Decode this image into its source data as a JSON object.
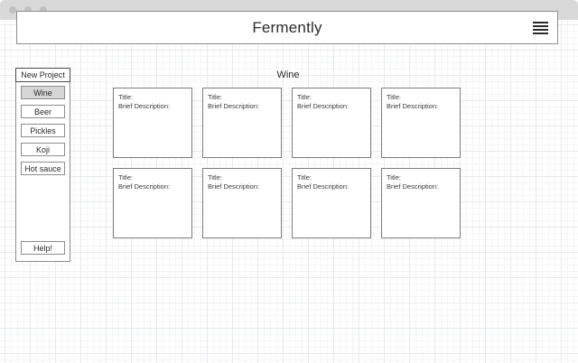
{
  "window": {
    "dots": [
      "close-dot",
      "minimize-dot",
      "maximize-dot"
    ]
  },
  "header": {
    "title": "Fermently",
    "menu_icon": "hamburger-menu-icon"
  },
  "sidebar": {
    "new_project_label": "New Project",
    "items": [
      {
        "label": "Wine",
        "selected": true
      },
      {
        "label": "Beer",
        "selected": false
      },
      {
        "label": "Pickles",
        "selected": false
      },
      {
        "label": "Koji",
        "selected": false
      },
      {
        "label": "Hot sauce",
        "selected": false
      }
    ],
    "help_label": "Help!"
  },
  "main": {
    "heading": "Wine",
    "cards": [
      {
        "title": "Title:",
        "description": "Brief Description:"
      },
      {
        "title": "Title:",
        "description": "Brief Description:"
      },
      {
        "title": "Title:",
        "description": "Brief Description:"
      },
      {
        "title": "Title:",
        "description": "Brief Description:"
      },
      {
        "title": "Title:",
        "description": "Brief Description:"
      },
      {
        "title": "Title:",
        "description": "Brief Description:"
      },
      {
        "title": "Title:",
        "description": "Brief Description:"
      },
      {
        "title": "Title:",
        "description": "Brief Description:"
      }
    ]
  },
  "colors": {
    "chrome_bar": "#d9d9d9",
    "chrome_dot": "#c0c0c0",
    "grid_minor": "#f4f5f6",
    "grid_major": "#e9eaec",
    "border": "#8d8d8d",
    "selected_fill": "#d5d5d5",
    "text": "#2b2b2b"
  }
}
